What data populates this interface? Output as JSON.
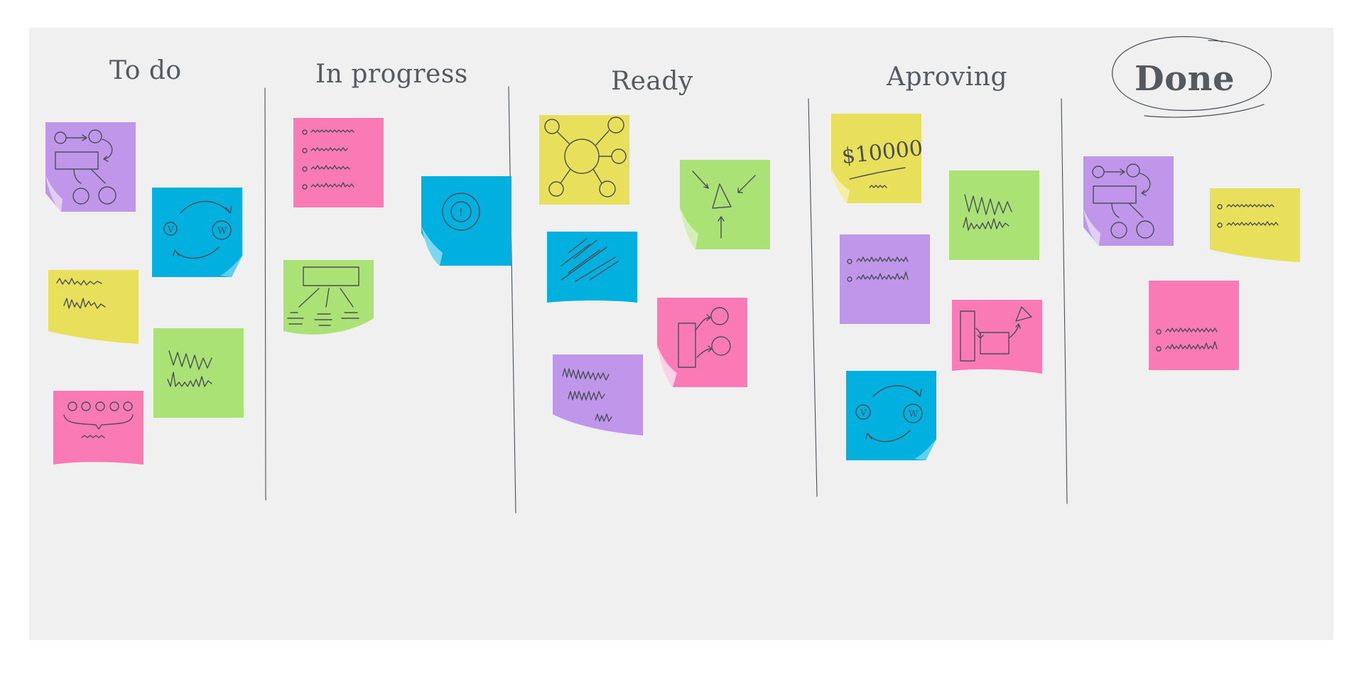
{
  "board": {
    "columns": [
      {
        "id": "todo",
        "title": "To do"
      },
      {
        "id": "in_progress",
        "title": "In progress"
      },
      {
        "id": "ready",
        "title": "Ready"
      },
      {
        "id": "aproving",
        "title": "Aproving"
      },
      {
        "id": "done",
        "title": "Done"
      }
    ],
    "notes": {
      "money_amount": "$10000",
      "diagram_labels": {
        "v": "V",
        "w": "W",
        "exclamation": "!"
      }
    },
    "colors": {
      "board_background": "#eff0ef",
      "purple": "#c096ea",
      "blue": "#02b0e0",
      "yellow": "#e8df5b",
      "green": "#abe275",
      "pink": "#fa7ab6",
      "ink": "#4a4f57"
    }
  }
}
